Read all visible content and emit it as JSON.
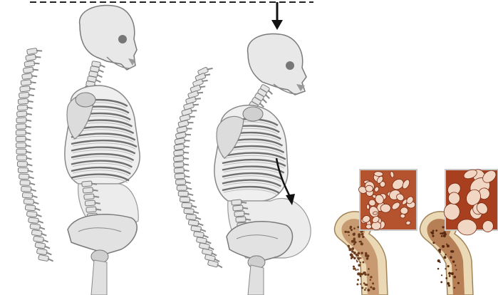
{
  "figure": {
    "background": "#ffffff",
    "bone_color": "#e6e6e6",
    "bone_outline": "#8a8a8a",
    "rib_color": "#777777",
    "arrow_color": "#111111",
    "trabecular_color": "#b5532f",
    "trabecular_pore": "#f1d6c3",
    "femur_marrow": "#c89a72",
    "femur_shell": "#ead9b4",
    "panels": [
      {
        "id": "normal-posture",
        "icon": "skeleton-upright"
      },
      {
        "id": "osteoporotic-posture",
        "icon": "skeleton-kyphosis"
      },
      {
        "id": "bone-comparison",
        "icon": "femur-cross-section"
      }
    ]
  }
}
